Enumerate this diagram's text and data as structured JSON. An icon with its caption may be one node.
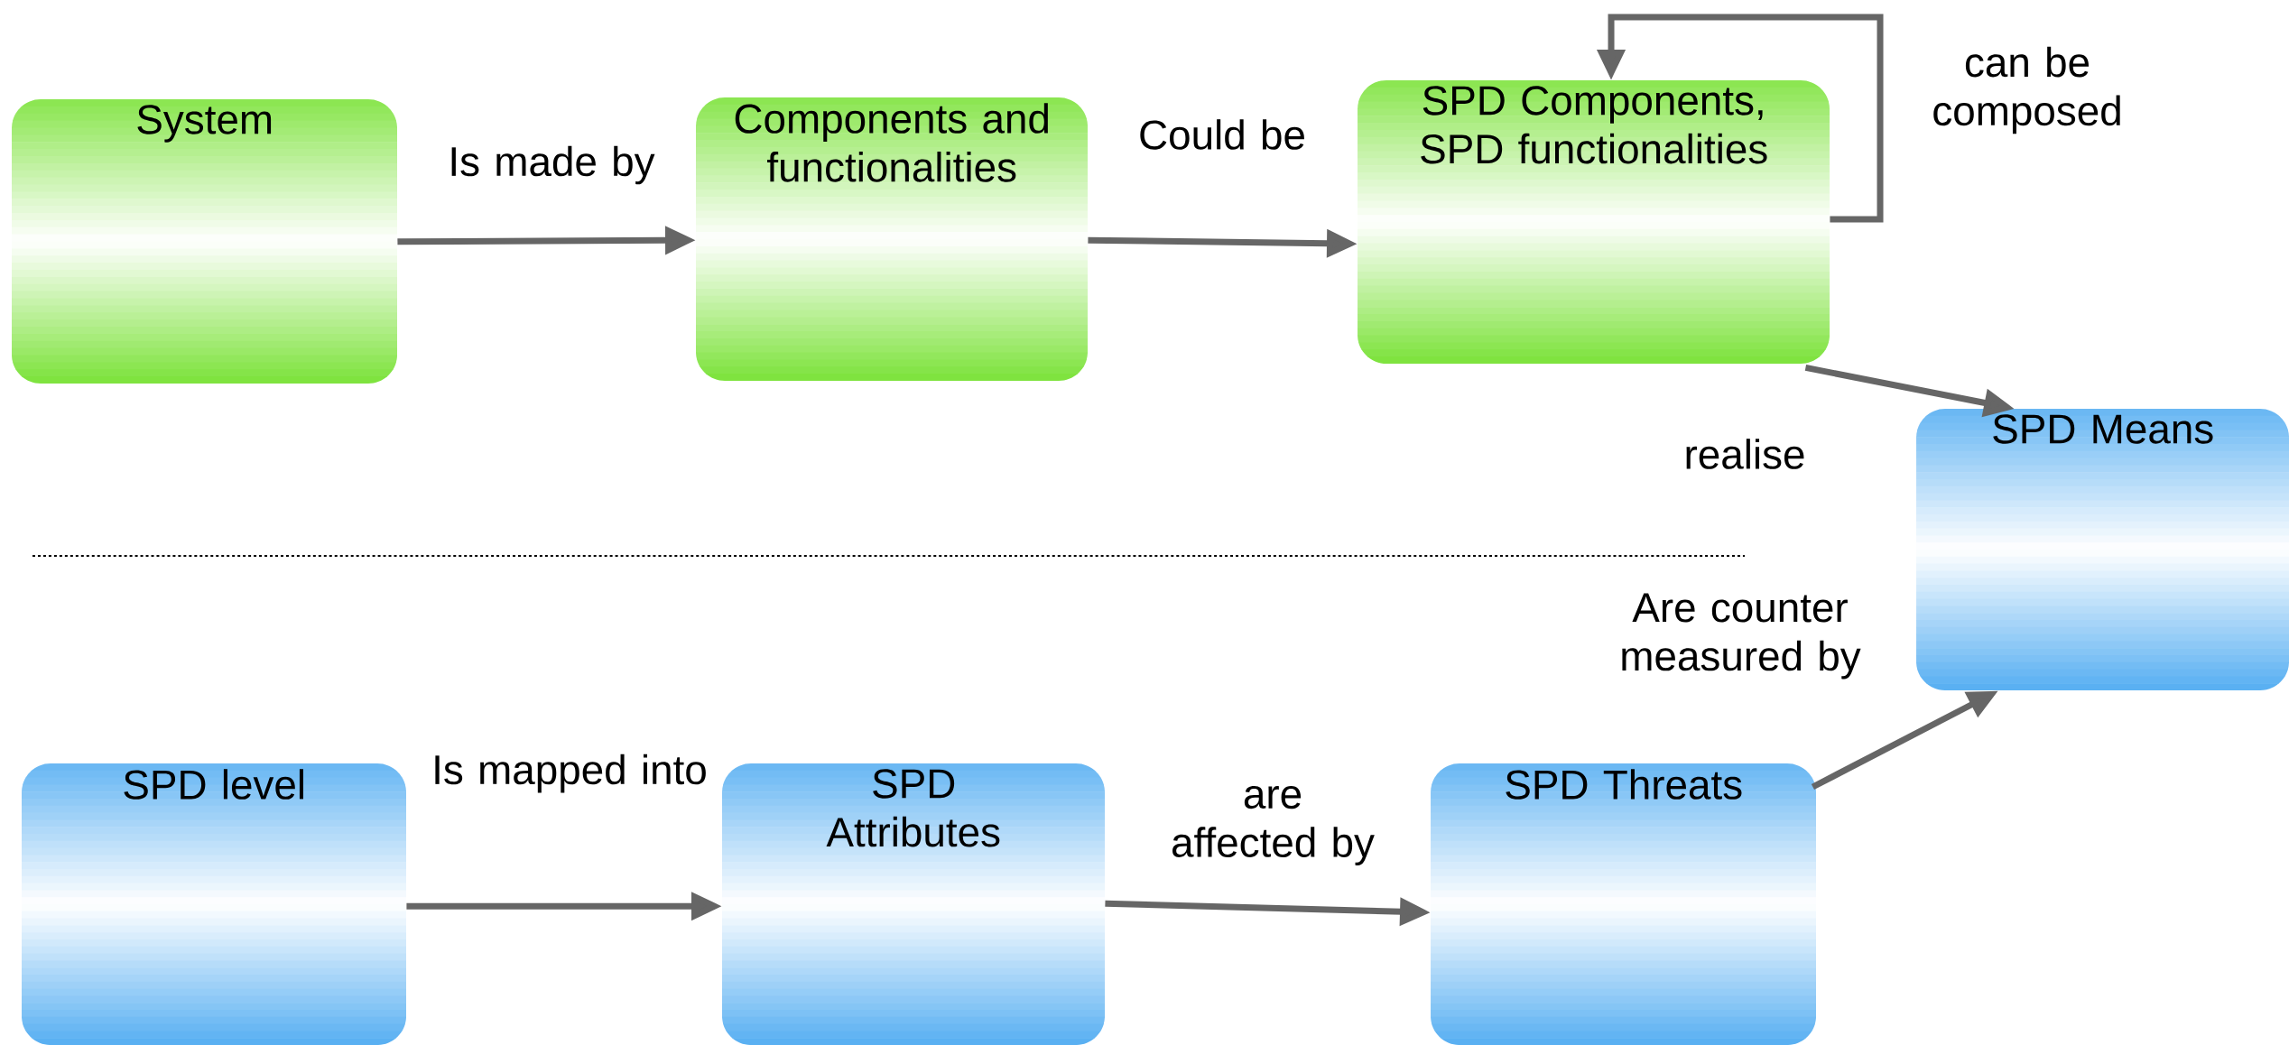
{
  "diagram": {
    "nodes": [
      {
        "text": [
          "System"
        ]
      },
      {
        "text": [
          "Components and functionalities"
        ]
      },
      {
        "text": [
          "SPD Components, SPD functionalities"
        ]
      },
      {
        "text": [
          "SPD Means"
        ]
      },
      {
        "text": [
          "SPD level"
        ]
      },
      {
        "text": [
          "SPD Attributes"
        ]
      },
      {
        "text": [
          "SPD Threats"
        ]
      }
    ],
    "edges": [
      {
        "from": 0,
        "to": 1,
        "arrow": "to",
        "label": "Is made by"
      },
      {
        "from": 1,
        "to": 2,
        "arrow": "to",
        "label": "Could be"
      },
      {
        "from": 2,
        "to": 2,
        "arrow": "to",
        "label": "can be composed"
      },
      {
        "from": 2,
        "to": 3,
        "arrow": "to",
        "label": "realise"
      },
      {
        "from": 4,
        "to": 5,
        "arrow": "to",
        "label": "Is mapped into"
      },
      {
        "from": 5,
        "to": 6,
        "arrow": "to",
        "label": "are affected by"
      },
      {
        "from": 6,
        "to": 3,
        "arrow": "to",
        "label": "Are counter measured by"
      }
    ]
  }
}
